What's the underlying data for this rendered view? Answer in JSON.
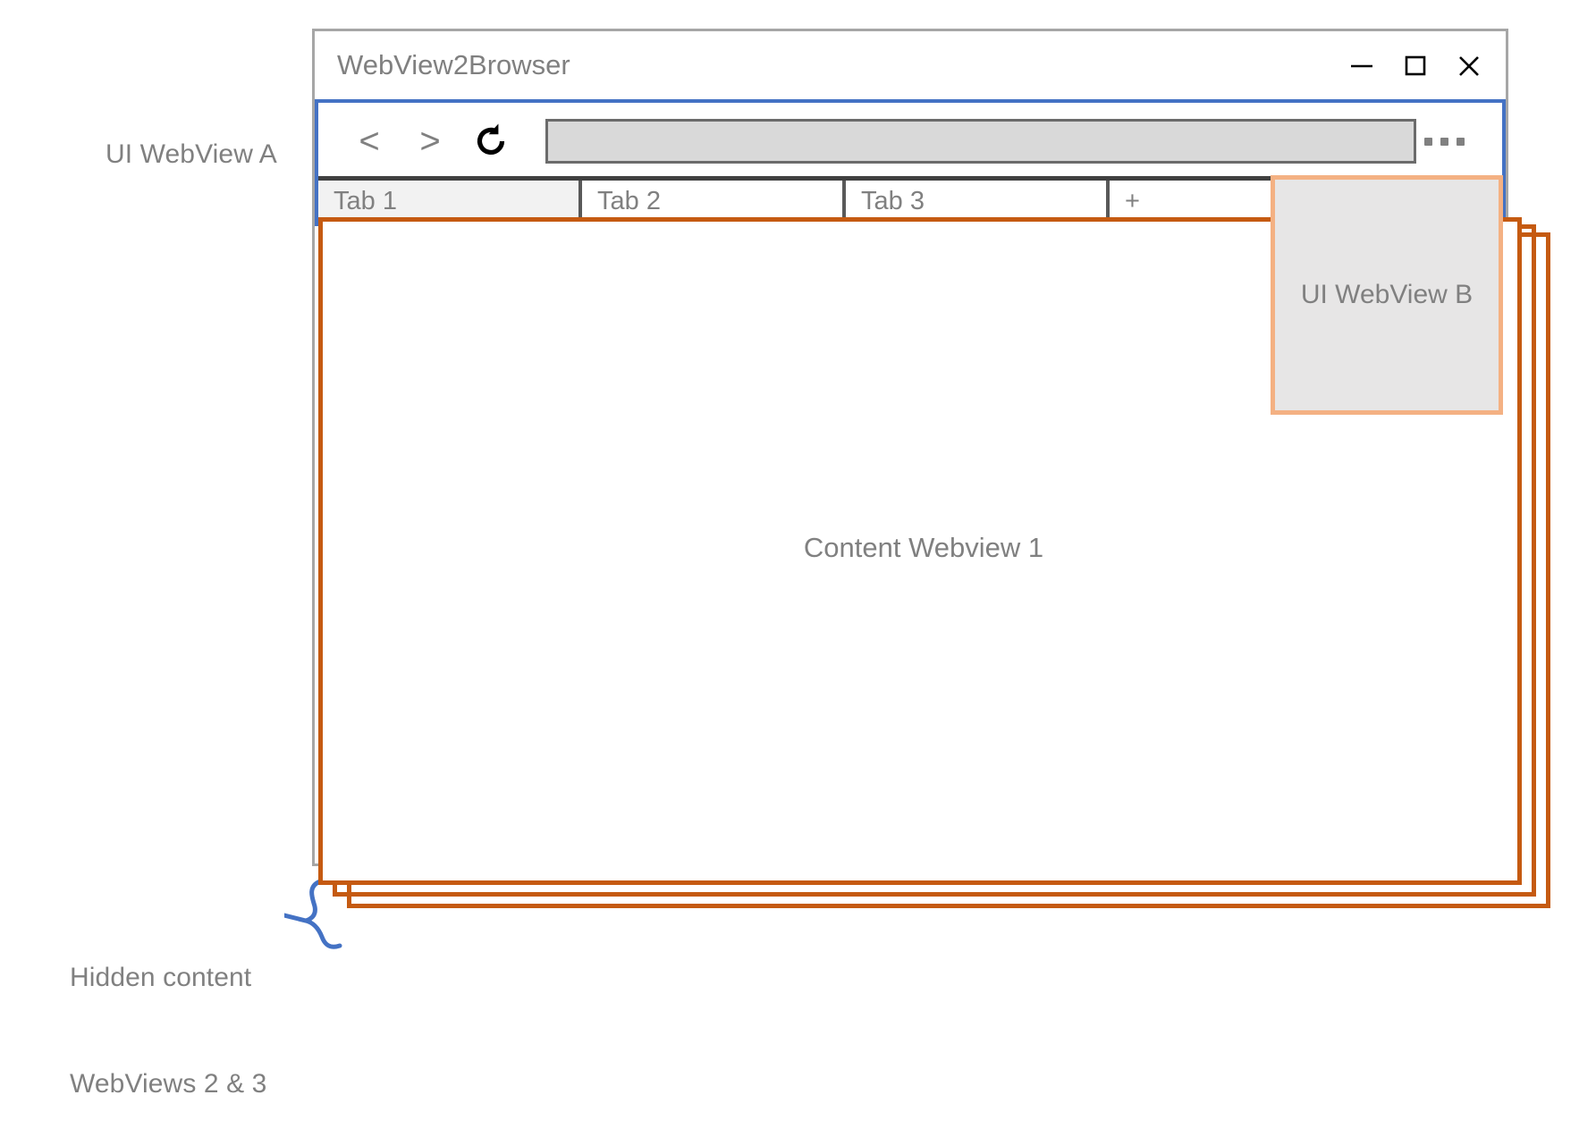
{
  "diagram": {
    "annotations": {
      "ui_webview_a": "UI WebView A",
      "hidden_content_line1": "Hidden content",
      "hidden_content_line2": "WebViews 2 & 3"
    },
    "colors": {
      "ui_webview_a_border": "#4472c4",
      "ui_webview_b_border": "#f4b183",
      "content_webview_border": "#c55a11",
      "window_frame": "#a6a6a6",
      "label_text": "#808080",
      "brace": "#4472c4"
    }
  },
  "window": {
    "title": "WebView2Browser",
    "controls": [
      {
        "name": "minimize",
        "glyph": "minimize-icon"
      },
      {
        "name": "maximize",
        "glyph": "maximize-icon"
      },
      {
        "name": "close",
        "glyph": "close-icon"
      }
    ]
  },
  "toolbar": {
    "back_label": "<",
    "forward_label": ">",
    "reload_icon": "reload-icon",
    "address_value": "",
    "address_placeholder": "",
    "menu_icon": "ellipsis-icon"
  },
  "tabs": [
    {
      "label": "Tab 1",
      "active": true
    },
    {
      "label": "Tab 2",
      "active": false
    },
    {
      "label": "Tab 3",
      "active": false
    },
    {
      "label": "+",
      "active": false
    }
  ],
  "content": {
    "webview_1_label": "Content Webview 1"
  },
  "popup": {
    "ui_webview_b_label": "UI WebView B"
  }
}
